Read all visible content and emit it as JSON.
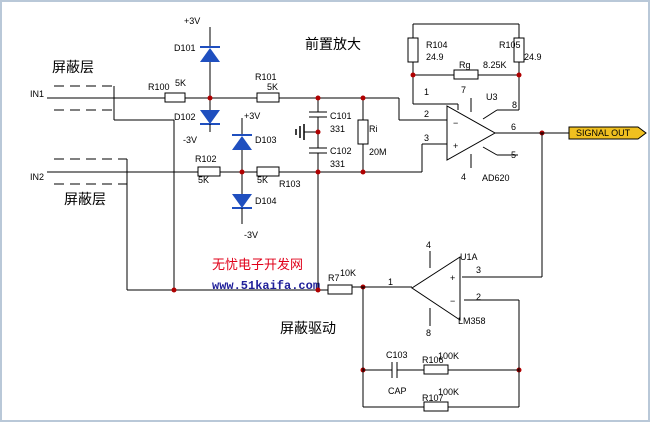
{
  "title": "前置放大",
  "shield_label_1": "屏蔽层",
  "shield_label_2": "屏蔽层",
  "driver_label": "屏蔽驱动",
  "watermark_cn": "无忧电子开发网",
  "watermark_url": "www.51kaifa.com",
  "colors": {
    "wire": "#000000",
    "diode": "#1f4fbf",
    "dot": "#b00000",
    "signal_tag": "#f0c020",
    "watermark": "#e0001a"
  },
  "inputs": {
    "in1": "IN1",
    "in2": "IN2"
  },
  "output": {
    "label": "SIGNAL OUT"
  },
  "resistors": {
    "r100": {
      "ref": "R100",
      "value": "5K"
    },
    "r101": {
      "ref": "R101",
      "value": "5K"
    },
    "r102": {
      "ref": "R102",
      "value": "5K"
    },
    "r103": {
      "ref": "R103",
      "value": "5K"
    },
    "ri": {
      "ref": "Ri",
      "value": "20M"
    },
    "r104": {
      "ref": "R104",
      "value": "24.9"
    },
    "r105": {
      "ref": "R105",
      "value": "24.9"
    },
    "rg": {
      "ref": "Rg",
      "value": "8.25K"
    },
    "r7": {
      "ref": "R7",
      "value": "10K"
    },
    "r106": {
      "ref": "R106",
      "value": "100K"
    },
    "r107": {
      "ref": "R107",
      "value": "100K"
    }
  },
  "capacitors": {
    "c101": {
      "ref": "C101",
      "value": "331"
    },
    "c102": {
      "ref": "C102",
      "value": "331"
    },
    "c103": {
      "ref": "C103",
      "value": "CAP"
    }
  },
  "diodes": {
    "d101": {
      "ref": "D101",
      "supply": "+3V"
    },
    "d102": {
      "ref": "D102",
      "supply": "-3V"
    },
    "d103": {
      "ref": "D103",
      "supply": "+3V"
    },
    "d104": {
      "ref": "D104",
      "supply": "-3V"
    }
  },
  "u3": {
    "ref": "U3",
    "part": "AD620",
    "pins": [
      "1",
      "2",
      "3",
      "4",
      "5",
      "6",
      "7",
      "8"
    ]
  },
  "u1a": {
    "ref": "U1A",
    "part": "LM358",
    "pins": [
      "1",
      "2",
      "3",
      "4",
      "8"
    ]
  }
}
